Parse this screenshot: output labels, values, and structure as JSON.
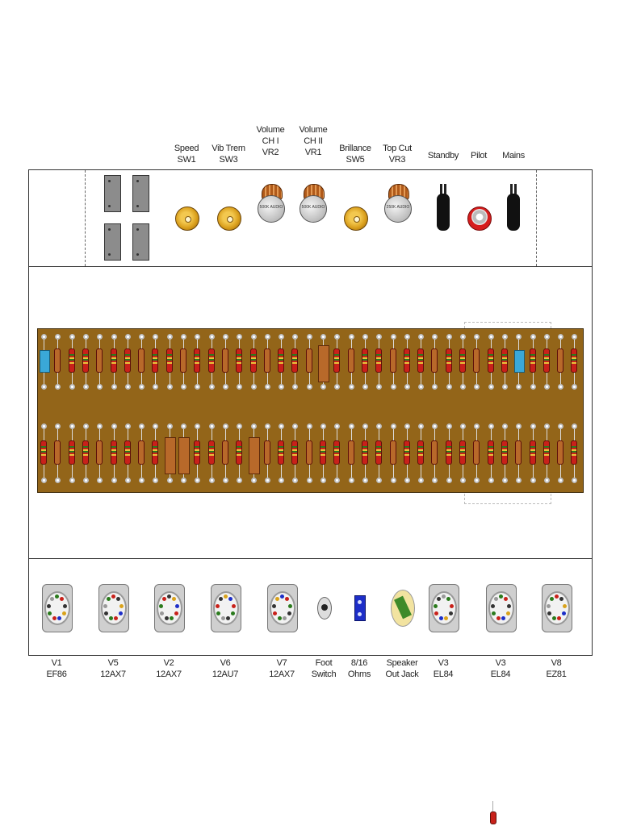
{
  "front_panel": {
    "controls": [
      {
        "line1": "Speed",
        "line2": "SW1",
        "line3": ""
      },
      {
        "line1": "Vib Trem",
        "line2": "SW3",
        "line3": ""
      },
      {
        "line1": "Volume",
        "line2": "CH I",
        "line3": "VR2"
      },
      {
        "line1": "Volume",
        "line2": "CH II",
        "line3": "VR1"
      },
      {
        "line1": "Brillance",
        "line2": "SW5",
        "line3": ""
      },
      {
        "line1": "Top Cut",
        "line2": "VR3",
        "line3": ""
      },
      {
        "line1": "Standby",
        "line2": "",
        "line3": ""
      },
      {
        "line1": "Pilot",
        "line2": "",
        "line3": ""
      },
      {
        "line1": "Mains",
        "line2": "",
        "line3": ""
      }
    ],
    "pot_markings": [
      "500K AUDIO",
      "500K AUDIO",
      "250K AUDIO"
    ]
  },
  "rear_panel": {
    "items": [
      {
        "line1": "V1",
        "line2": "EF86"
      },
      {
        "line1": "V5",
        "line2": "12AX7"
      },
      {
        "line1": "V2",
        "line2": "12AX7"
      },
      {
        "line1": "V6",
        "line2": "12AU7"
      },
      {
        "line1": "V7",
        "line2": "12AX7"
      },
      {
        "line1": "Foot",
        "line2": "Switch"
      },
      {
        "line1": "8/16",
        "line2": "Ohms"
      },
      {
        "line1": "Speaker",
        "line2": "Out Jack"
      },
      {
        "line1": "V3",
        "line2": "EL84"
      },
      {
        "line1": "V3",
        "line2": "EL84"
      },
      {
        "line1": "V8",
        "line2": "EZ81"
      }
    ]
  },
  "colors": {
    "board": "#936519",
    "pot_gold": "#d99e1b",
    "resistor_red": "#c8211a",
    "cap_blue": "#3aa8d8",
    "pilot_red": "#d61c1c",
    "terminal_blue": "#1d2ec8"
  }
}
